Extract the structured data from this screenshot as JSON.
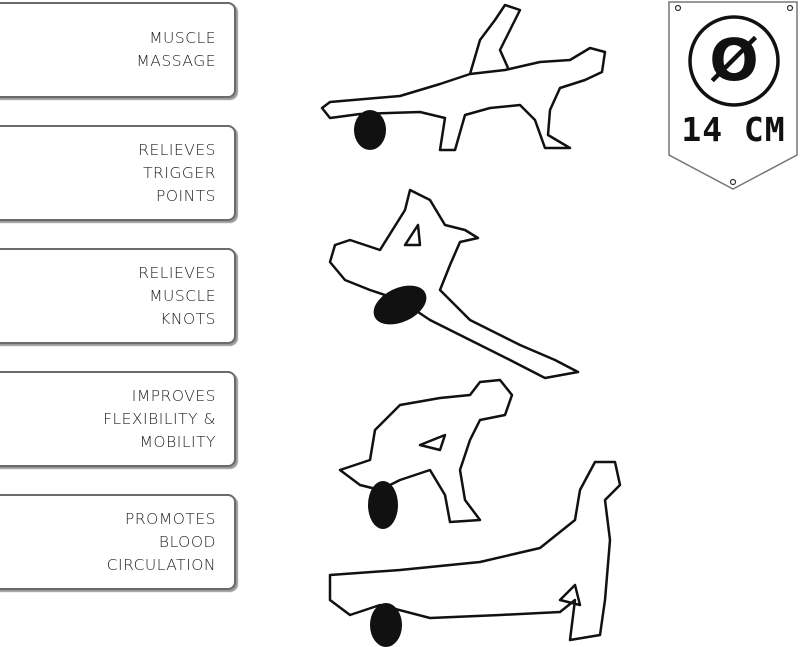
{
  "benefits": [
    {
      "label": "MUSCLE\nMASSAGE"
    },
    {
      "label": "RELIEVES\nTRIGGER\nPOINTS"
    },
    {
      "label": "RELIEVES\nMUSCLE\nKNOTS"
    },
    {
      "label": "IMPROVES\nFLEXIBILITY &\nMOBILITY"
    },
    {
      "label": "PROMOTES\nBLOOD\nCIRCULATION"
    }
  ],
  "badge": {
    "symbol": "Ø",
    "size": "14 CM"
  }
}
